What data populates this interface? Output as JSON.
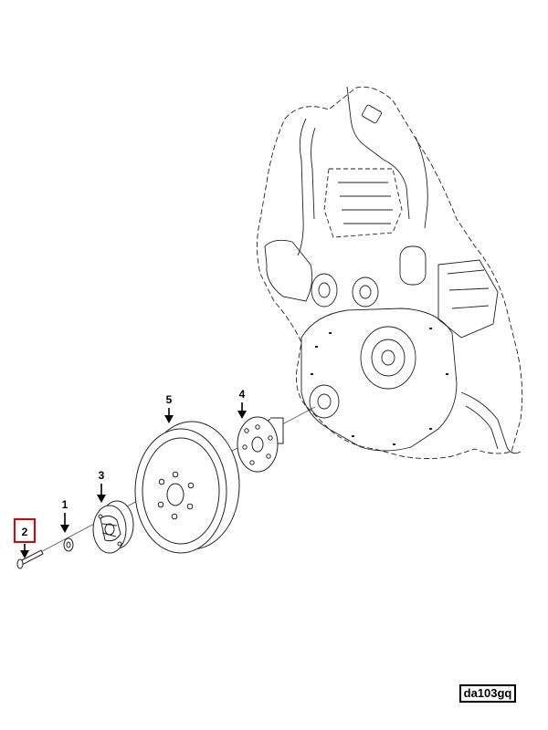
{
  "callouts": {
    "c1": "1",
    "c2": "2",
    "c3": "3",
    "c4": "4",
    "c5": "5"
  },
  "highlighted_callout": "2",
  "highlight_color": "#e00000",
  "reference_code": "da103gq"
}
